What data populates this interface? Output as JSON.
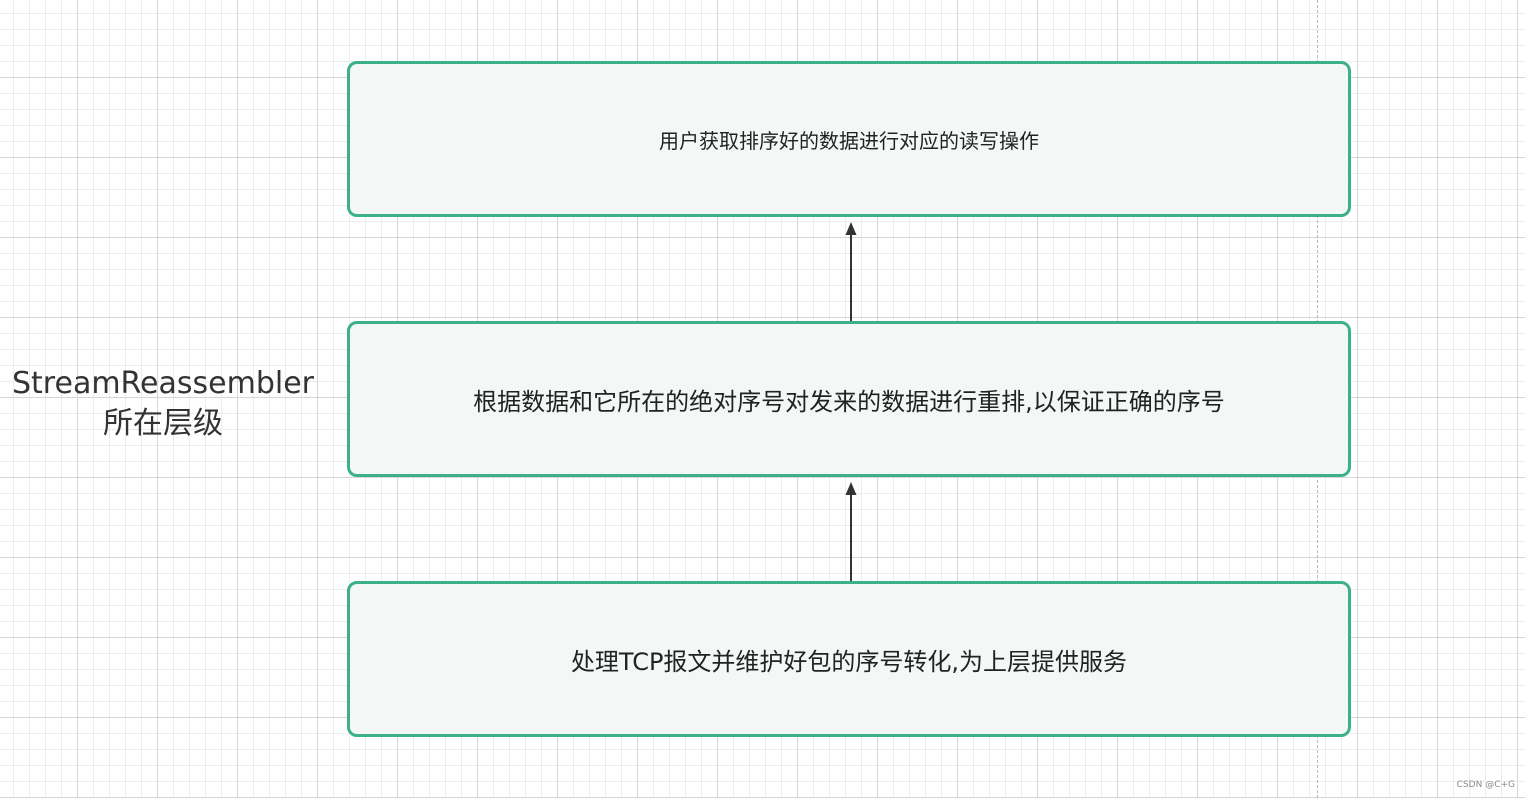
{
  "diagram": {
    "label_line1": "StreamReassembler",
    "label_line2": "所在层级",
    "boxes": {
      "top": "用户获取排序好的数据进行对应的读写操作",
      "middle": "根据数据和它所在的绝对序号对发来的数据进行重排,以保证正确的序号",
      "bottom": "处理TCP报文并维护好包的序号转化,为上层提供服务"
    },
    "colors": {
      "box_border": "#3cb08a",
      "box_fill": "#f3f7f5",
      "arrow": "#333333"
    }
  },
  "watermark": "CSDN @C+G"
}
